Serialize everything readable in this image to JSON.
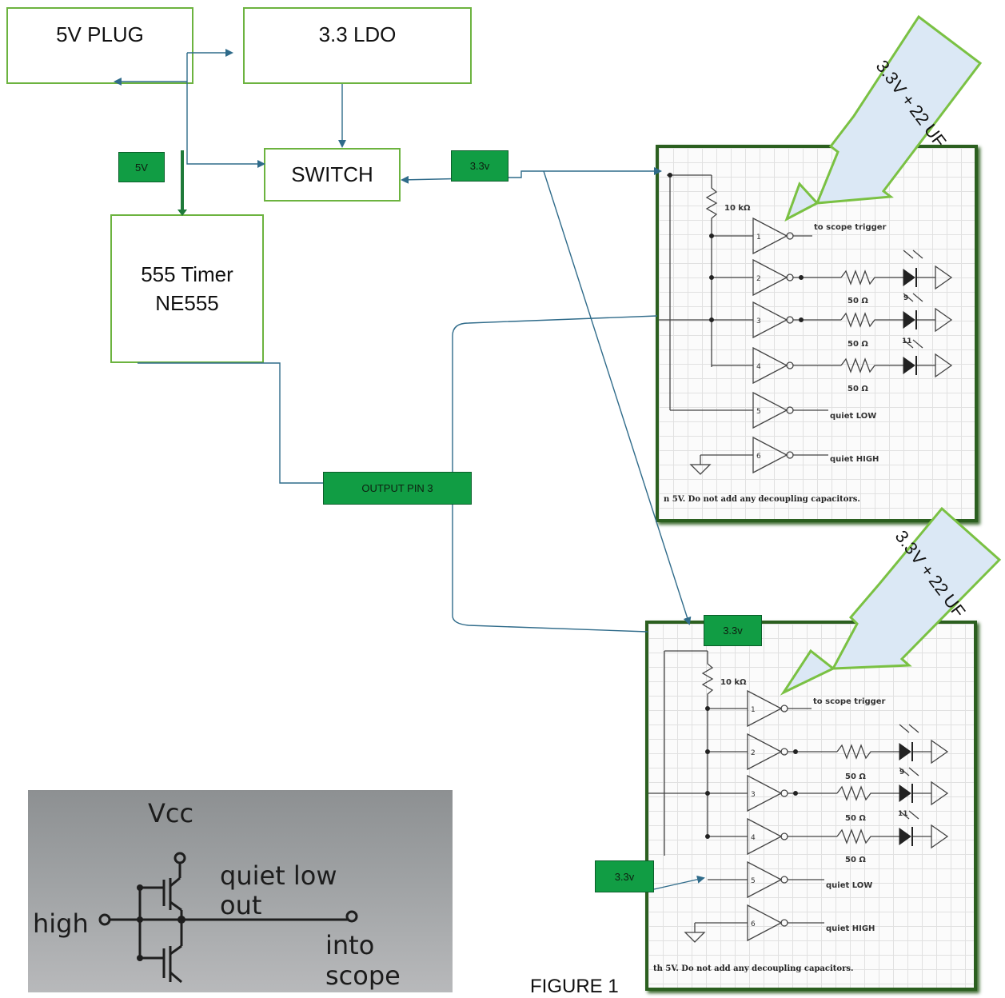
{
  "blocks": {
    "plug": "5V PLUG",
    "ldo": "3.3 LDO",
    "switch": "SWITCH",
    "timer_line1": "555 Timer",
    "timer_line2": "NE555"
  },
  "tags": {
    "five_v": "5V",
    "switch_in": "3.3v",
    "output_pin": "OUTPUT PIN 3",
    "panel2_top": "3.3v",
    "panel2_gate5": "3.3v"
  },
  "callouts": {
    "top": [
      "3.3",
      "V +",
      "22",
      "UF"
    ],
    "bottom": [
      "3.3",
      "V +",
      "22",
      "UF"
    ]
  },
  "schematic": {
    "resistor_top": "10 kΩ",
    "scope": "to scope trigger",
    "r50": "50 Ω",
    "quiet_low": "quiet LOW",
    "quiet_high": "quiet HIGH",
    "pins": [
      "1",
      "2",
      "3",
      "4",
      "5",
      "6"
    ],
    "led_labels": [
      "9",
      "11"
    ],
    "footer_top": "n 5V. Do not add any decoupling capacitors.",
    "footer_bottom": "th 5V. Do not add any decoupling capacitors."
  },
  "photo": {
    "vcc": "Vcc",
    "quiet": "quiet low",
    "out": "out",
    "high": "high",
    "into": "into scope"
  },
  "caption": "FIGURE 1",
  "colors": {
    "box_border": "#6cb33f",
    "wire": "#2f6b8a",
    "tag_fill": "#119d44",
    "callout_fill": "#dbe8f5",
    "callout_border": "#7ac143"
  }
}
